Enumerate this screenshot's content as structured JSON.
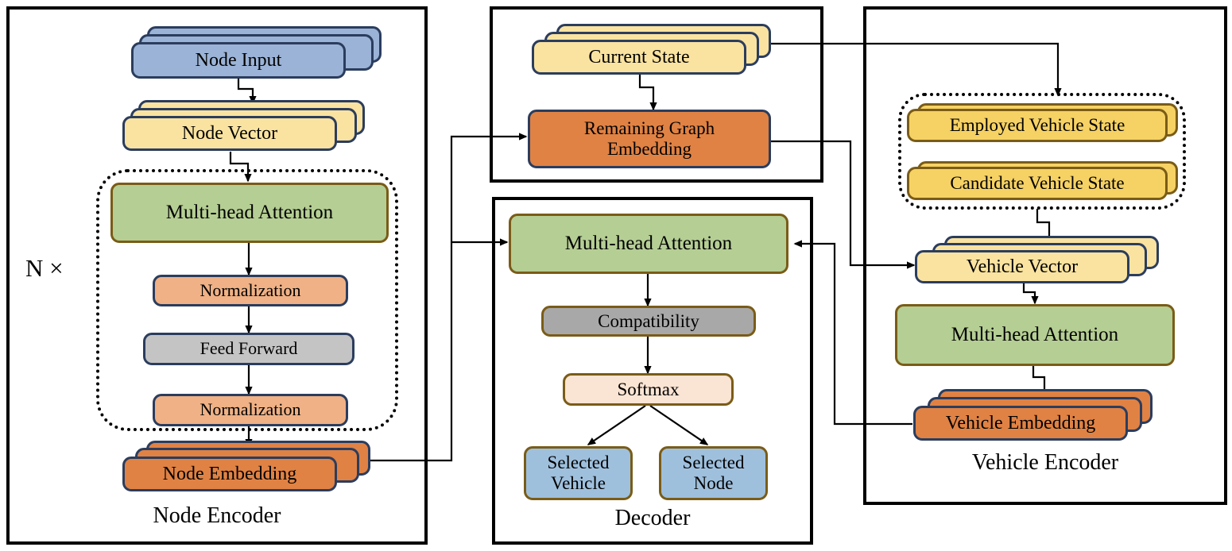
{
  "figure": {
    "type": "architecture-diagram",
    "title": "Node Encoder / Vehicle Encoder / Decoder attention model"
  },
  "colors": {
    "node_input_fill": "#9BB3D6",
    "vector_fill": "#FAE3A0",
    "embedding_fill": "#E08244",
    "attention_fill": "#B5CE94",
    "normalization_fill": "#EFB185",
    "feed_forward_fill": "#C4C4C4",
    "compatibility_fill": "#A8A8A8",
    "softmax_fill": "#FAE4D3",
    "selected_fill": "#9FC0DD",
    "vehicle_state_fill": "#F6D264",
    "navy_border": "#2B3D5E",
    "brown_border": "#7A5C17",
    "panel_border": "#000000"
  },
  "node_encoder": {
    "caption": "Node Encoder",
    "repeat_label": "N ×",
    "boxes": {
      "node_input": "Node Input",
      "node_vector": "Node Vector",
      "multi_head_attention": "Multi-head Attention",
      "normalization_1": "Normalization",
      "feed_forward": "Feed Forward",
      "normalization_2": "Normalization",
      "node_embedding": "Node Embedding"
    }
  },
  "state_panel": {
    "boxes": {
      "current_state": "Current State",
      "remaining_graph_embedding": "Remaining Graph\nEmbedding",
      "remaining_graph_embedding_line1": "Remaining Graph",
      "remaining_graph_embedding_line2": "Embedding"
    }
  },
  "decoder": {
    "caption": "Decoder",
    "boxes": {
      "multi_head_attention": "Multi-head Attention",
      "compatibility": "Compatibility",
      "softmax": "Softmax",
      "selected_vehicle_line1": "Selected",
      "selected_vehicle_line2": "Vehicle",
      "selected_node_line1": "Selected",
      "selected_node_line2": "Node"
    }
  },
  "vehicle_encoder": {
    "caption": "Vehicle Encoder",
    "boxes": {
      "employed_vehicle_state": "Employed Vehicle State",
      "candidate_vehicle_state": "Candidate Vehicle State",
      "vehicle_vector": "Vehicle Vector",
      "multi_head_attention": "Multi-head Attention",
      "vehicle_embedding": "Vehicle Embedding"
    }
  }
}
